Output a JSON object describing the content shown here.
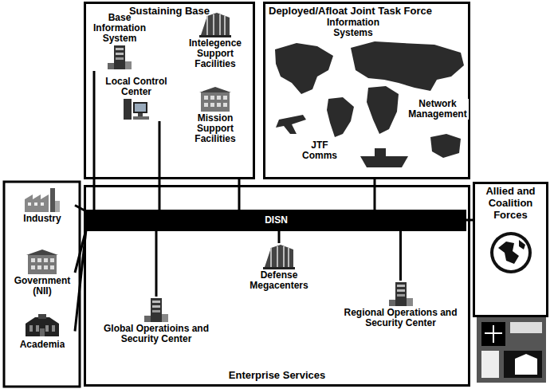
{
  "diagram": {
    "nodes": [
      {
        "text": [
          "Sustaining Base"
        ]
      },
      {
        "text": [
          "Base Information System"
        ],
        "in": 0
      },
      {
        "text": [
          "Intelegence Support Facilities"
        ],
        "in": 0
      },
      {
        "text": [
          "Local Control Center"
        ],
        "in": 0
      },
      {
        "text": [
          "Mission Support Facilities"
        ],
        "in": 0
      },
      {
        "text": [
          "Deployed/Afloat Joint Task Force"
        ]
      },
      {
        "text": [
          "Information Systems"
        ],
        "in": 5
      },
      {
        "text": [
          "Network Management"
        ],
        "in": 5
      },
      {
        "text": [
          "JTF Comms"
        ],
        "in": 5
      },
      {
        "text": [
          "Industry"
        ]
      },
      {
        "text": [
          "Government (NII)"
        ]
      },
      {
        "text": [
          "Academia"
        ]
      },
      {
        "text": [
          "Enterprise Services"
        ]
      },
      {
        "text": [
          "DISN"
        ],
        "in": 12
      },
      {
        "text": [
          "Global Operatioins and Security Center"
        ],
        "in": 12
      },
      {
        "text": [
          "Defense Megacenters"
        ],
        "in": 12
      },
      {
        "text": [
          "Regional Operations and Security Center"
        ],
        "in": 12
      },
      {
        "text": [
          "Allied and Coalition Forces"
        ]
      }
    ],
    "edges": [
      {
        "from": 1,
        "to": 13,
        "arrow": "none"
      },
      {
        "from": 3,
        "to": 13,
        "arrow": "none"
      },
      {
        "from": 0,
        "to": 13,
        "arrow": "none"
      },
      {
        "from": 9,
        "to": 13,
        "arrow": "none"
      },
      {
        "from": 10,
        "to": 13,
        "arrow": "none"
      },
      {
        "from": 11,
        "to": 13,
        "arrow": "none"
      },
      {
        "from": 5,
        "to": 13,
        "arrow": "none"
      },
      {
        "from": 14,
        "to": 13,
        "arrow": "none"
      },
      {
        "from": 15,
        "to": 13,
        "arrow": "none"
      },
      {
        "from": 16,
        "to": 13,
        "arrow": "none"
      },
      {
        "from": 17,
        "to": 13,
        "arrow": "none"
      }
    ]
  }
}
